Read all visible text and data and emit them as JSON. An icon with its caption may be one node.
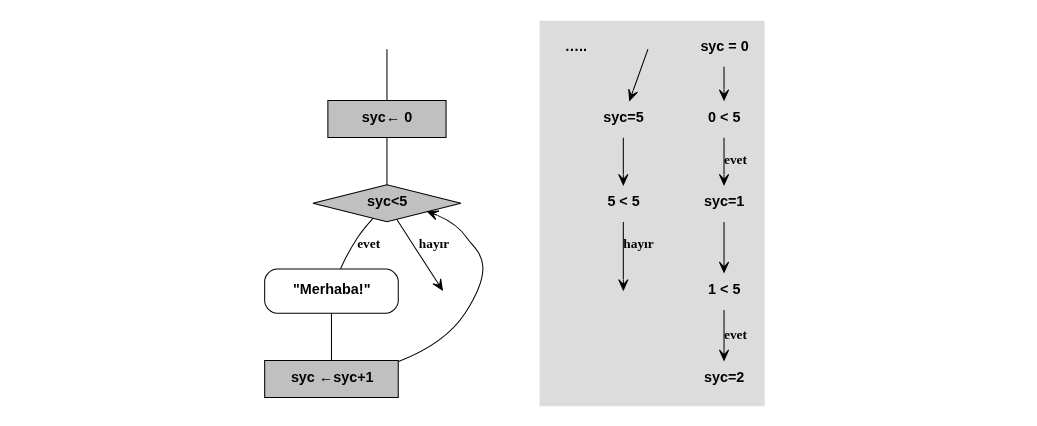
{
  "diagram": {
    "nodes": [
      {
        "text": [
          "syc← 0"
        ]
      },
      {
        "text": [
          "syc<5"
        ]
      },
      {
        "text": [
          "\"Merhaba!\""
        ]
      },
      {
        "text": [
          "syc ←syc+1"
        ]
      },
      {
        "text": [],
        "shape": "box"
      },
      {
        "text": [
          "syc = 0"
        ],
        "in": 4
      },
      {
        "text": [
          "0 < 5"
        ],
        "in": 4
      },
      {
        "text": [
          "1 < 5"
        ],
        "in": 4
      },
      {
        "text": [
          "5 < 5"
        ],
        "in": 4
      },
      {
        "text": [
          "syc=1"
        ],
        "in": 4
      },
      {
        "text": [
          "syc=2"
        ],
        "in": 4
      },
      {
        "text": [
          "syc=5"
        ],
        "in": 4
      }
    ],
    "edges": [
      {
        "from": null,
        "to": 0,
        "arrow": "none"
      },
      {
        "from": 0,
        "to": 1,
        "arrow": "none"
      },
      {
        "from": 1,
        "to": 2,
        "label": "evet",
        "arrow": "none"
      },
      {
        "from": 2,
        "to": 3,
        "arrow": "none"
      },
      {
        "from": 3,
        "to": 1,
        "arrow": "to"
      },
      {
        "from": 1,
        "to": null,
        "label": "hayır",
        "arrow": "to"
      },
      {
        "from": 5,
        "to": 6,
        "arrow": "to"
      },
      {
        "from": 6,
        "to": 9,
        "label": "evet",
        "arrow": "to"
      },
      {
        "from": 9,
        "to": 7,
        "arrow": "to"
      },
      {
        "from": 7,
        "to": 10,
        "label": "evet",
        "arrow": "to"
      },
      {
        "from": null,
        "to": 11,
        "arrow": "to"
      },
      {
        "from": 11,
        "to": 8,
        "arrow": "to"
      },
      {
        "from": 8,
        "to": null,
        "label": "hayır",
        "arrow": "to"
      }
    ],
    "labels": [
      "….."
    ]
  }
}
